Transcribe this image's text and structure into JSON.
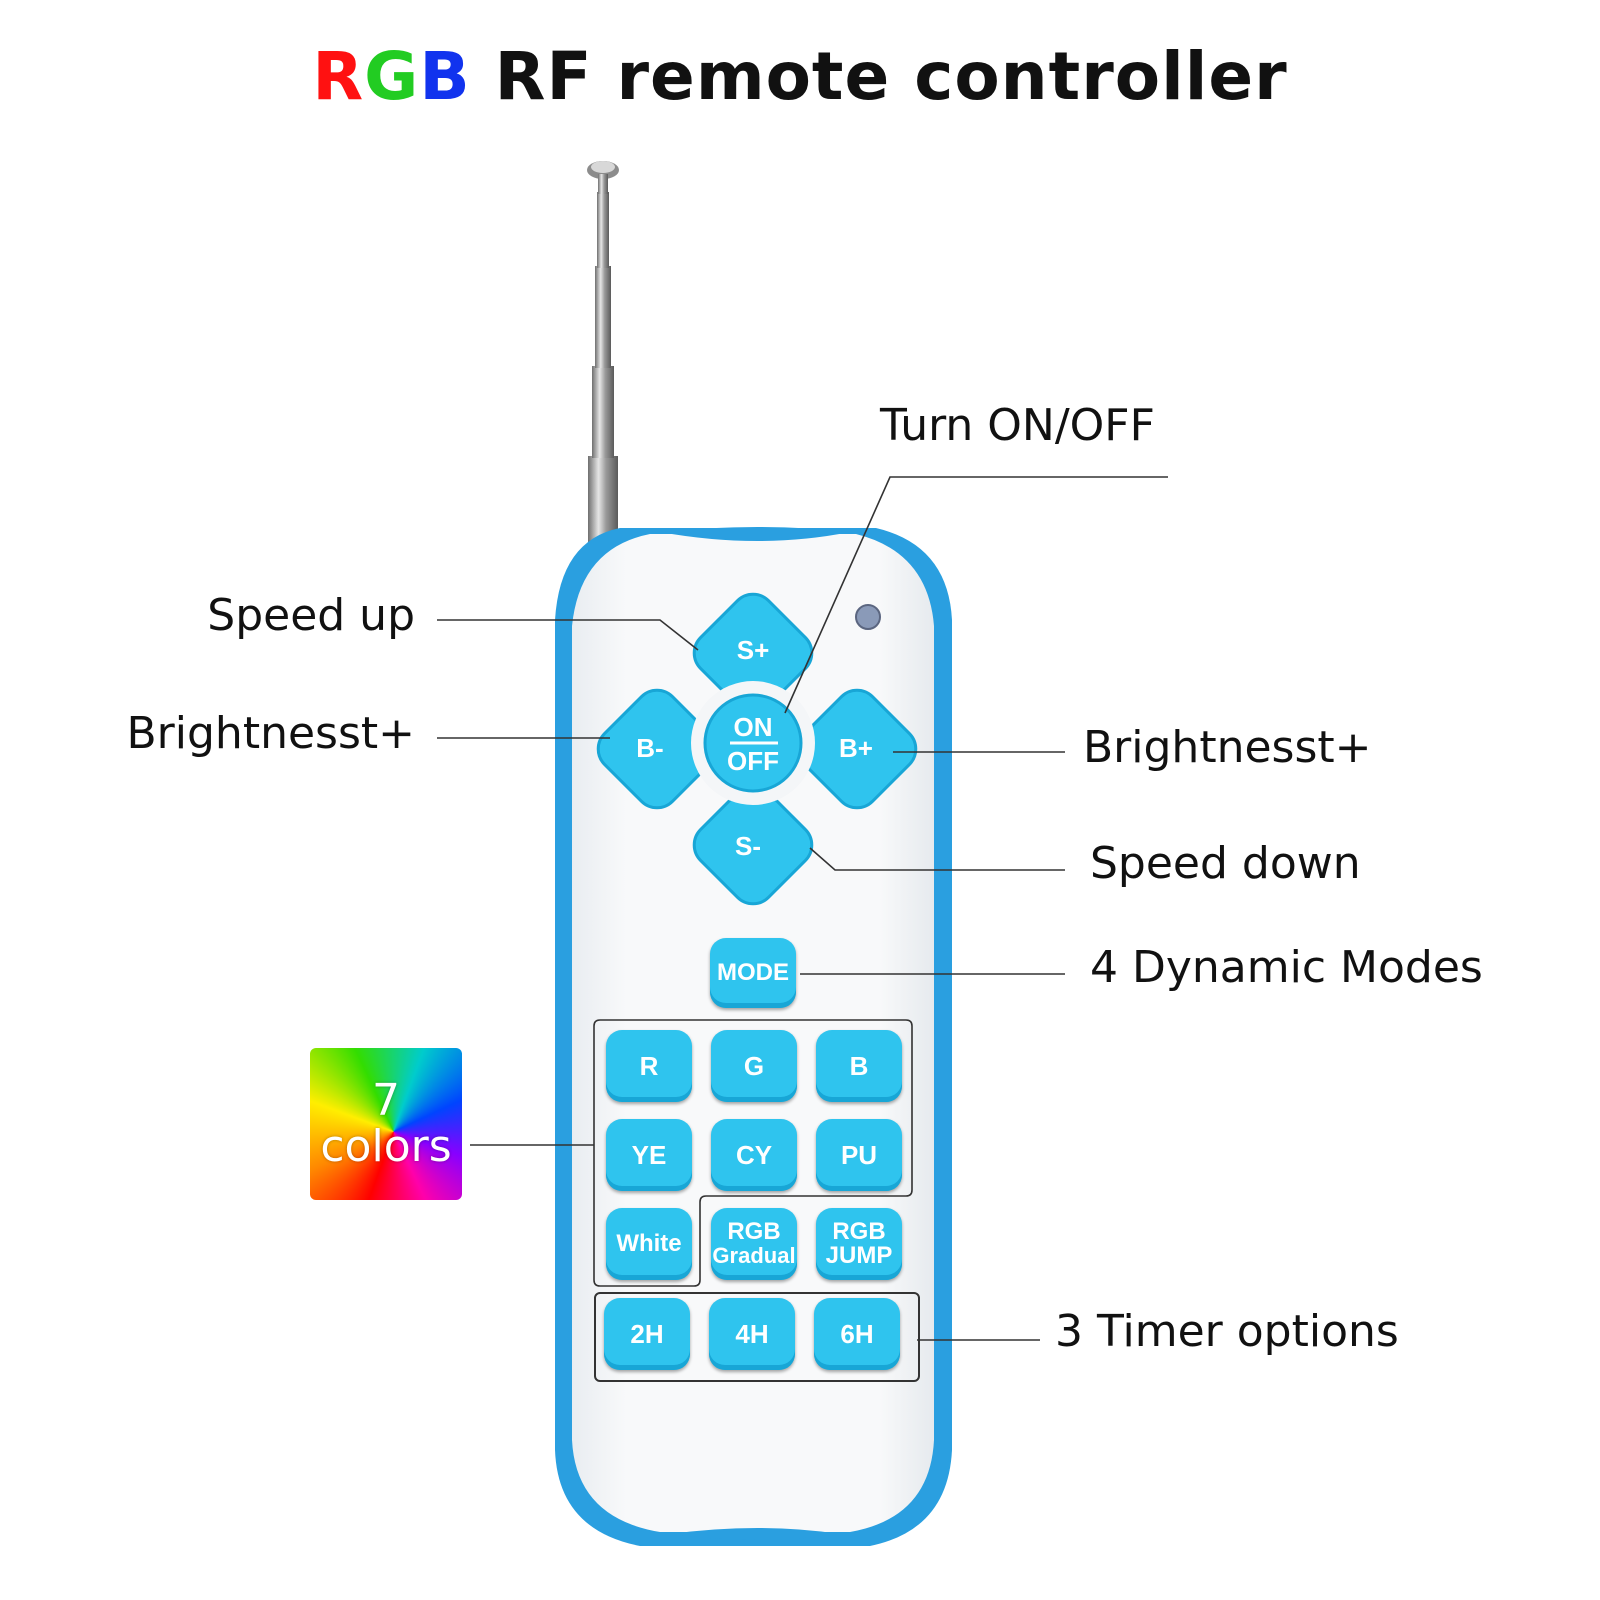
{
  "title": {
    "parts": [
      {
        "text": "R",
        "color": "#ff1111"
      },
      {
        "text": "G",
        "color": "#22cc22"
      },
      {
        "text": "B",
        "color": "#1133ee"
      },
      {
        "text": " RF remote controller",
        "color": "#111111"
      }
    ]
  },
  "annotations": {
    "speed_up": "Speed up",
    "brightness_left": "Brightnesst+",
    "turn_on_off": "Turn ON/OFF",
    "brightness_right": "Brightnesst+",
    "speed_down": "Speed down",
    "dynamic_modes": "4 Dynamic Modes",
    "timer_options": "3 Timer options",
    "colors_badge": {
      "line1": "7",
      "line2": "colors"
    }
  },
  "remote": {
    "colors": {
      "body": "#f4f6f8",
      "trim": "#2a9fe0",
      "button": "#2fc4ee",
      "button_shadow": "#18a6d6"
    },
    "dpad": {
      "up": "S+",
      "down": "S-",
      "left": "B-",
      "right": "B+",
      "center_top": "ON",
      "center_bottom": "OFF"
    },
    "mode": "MODE",
    "color_keys": [
      {
        "label": "R"
      },
      {
        "label": "G"
      },
      {
        "label": "B"
      },
      {
        "label": "YE"
      },
      {
        "label": "CY"
      },
      {
        "label": "PU"
      },
      {
        "label": "White"
      }
    ],
    "rgb_keys": [
      {
        "line1": "RGB",
        "line2": "Gradual"
      },
      {
        "line1": "RGB",
        "line2": "JUMP"
      }
    ],
    "timer_keys": [
      {
        "label": "2H"
      },
      {
        "label": "4H"
      },
      {
        "label": "6H"
      }
    ]
  }
}
